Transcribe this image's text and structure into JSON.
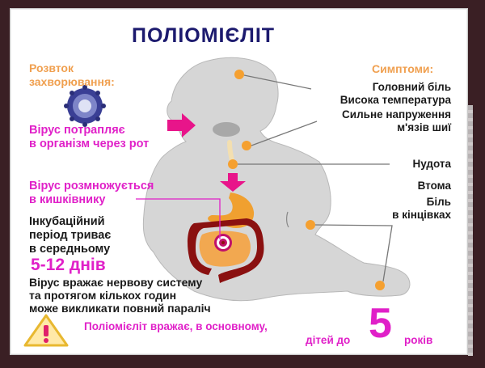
{
  "title": "ПОЛІОМІЄЛІТ",
  "left": {
    "heading_line1": "Розвток",
    "heading_line2": "захворювання:",
    "entry_line1": "Вірус потрапляє",
    "entry_line2": "в організм через рот",
    "multiply_line1": "Вірус розмножується",
    "multiply_line2": "в кишківнику",
    "incubation_line1": "Інкубаційний",
    "incubation_line2": "період триває",
    "incubation_line3": "в середньому",
    "incubation_days": "5-12 днів",
    "nervous_line1": "Вірус вражає нервову систему",
    "nervous_line2": "та протягом кількох годин",
    "nervous_line3": "може викликати повний параліч"
  },
  "symptoms": {
    "heading": "Симптоми:",
    "items": [
      {
        "line1": "Головний біль",
        "line2": "Висока температура"
      },
      {
        "line1": "Сильне напруження",
        "line2": "м'язів шиї"
      },
      {
        "line1": "Нудота"
      },
      {
        "line1": "Втома"
      },
      {
        "line1": "Біль",
        "line2": "в кінцівках"
      }
    ]
  },
  "footer": {
    "line1": "Поліомієліт вражає, в основному,",
    "line2_prefix": "дітей до",
    "big_number": "5",
    "line2_suffix": "років"
  },
  "icons": {
    "virus": "virus-icon",
    "entry_arrow": "arrow-right-icon",
    "down_arrow": "arrow-down-icon",
    "warning": "warning-triangle-icon"
  },
  "colors": {
    "title": "#1c1a6e",
    "heading_orange": "#f0a050",
    "magenta": "#e020c8",
    "body_gray": "#d6d6d6",
    "marker_orange": "#f5a030",
    "intestine_dark": "#8a1010",
    "stomach_orange": "#f0a030",
    "frame": "#3a1f24"
  }
}
